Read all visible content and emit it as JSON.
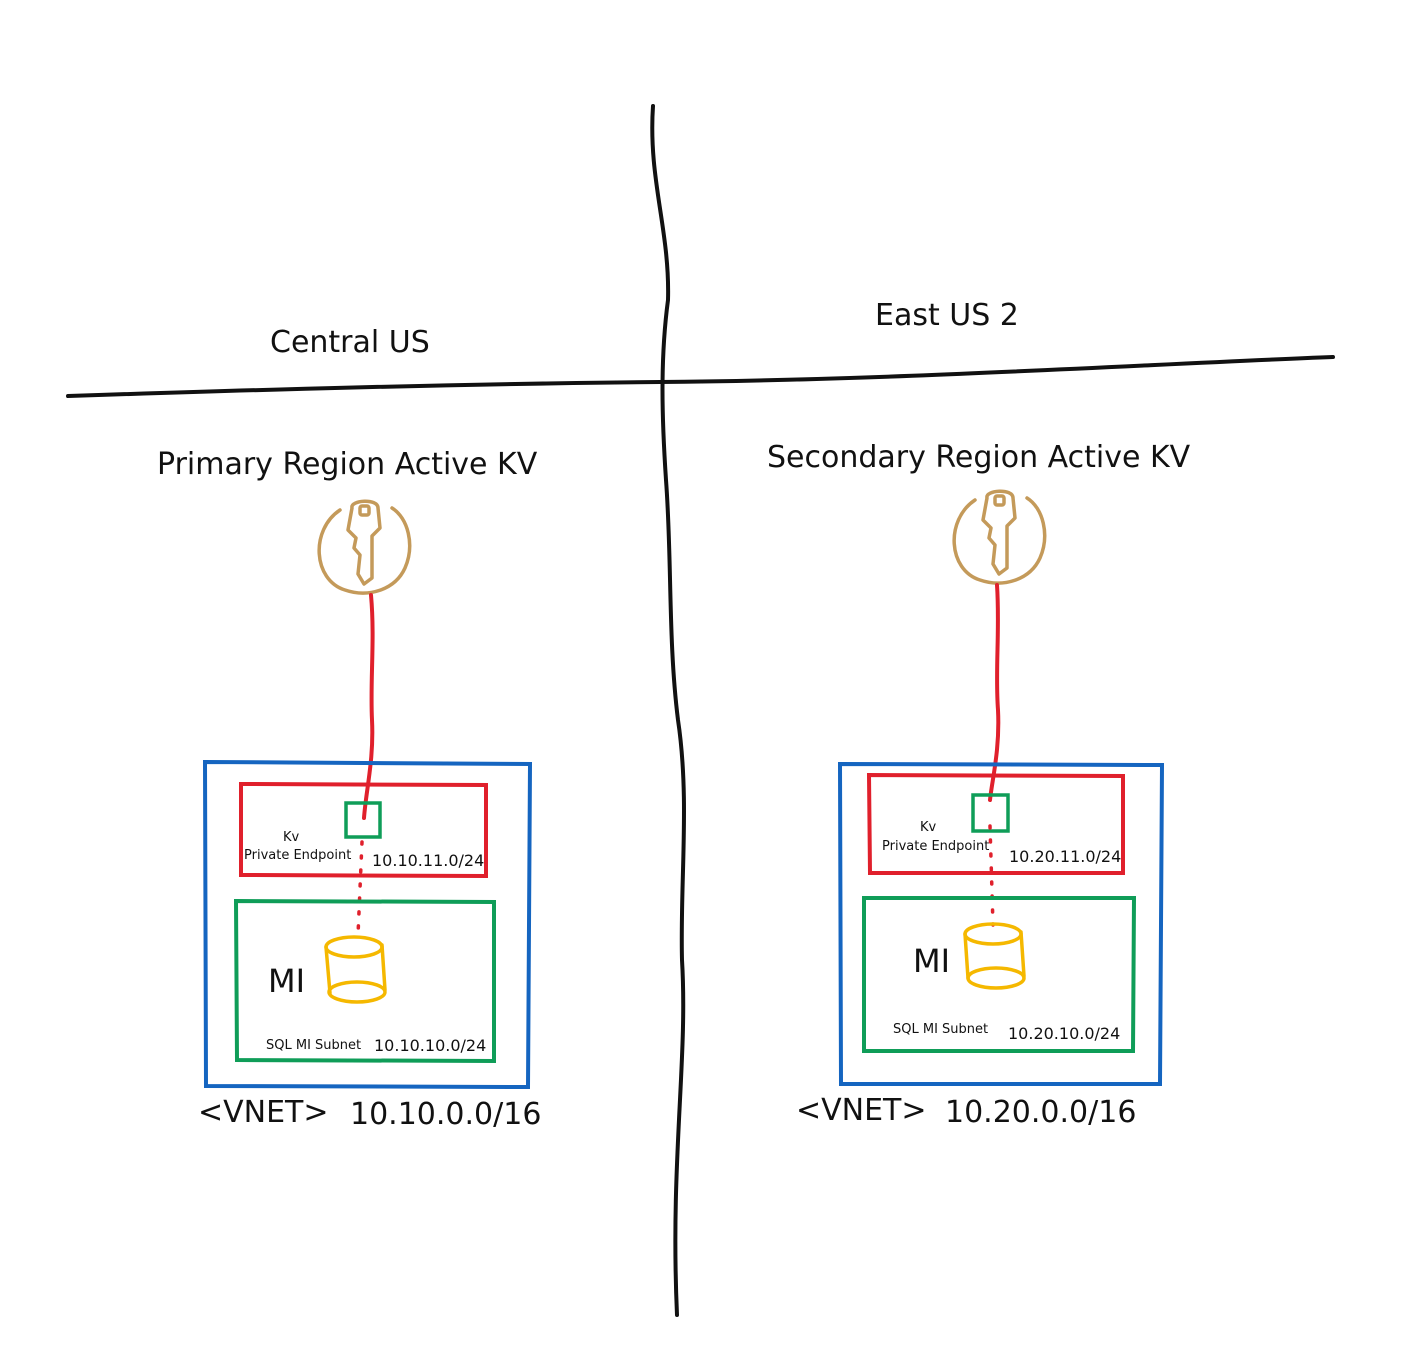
{
  "regions": [
    {
      "name": "Central US",
      "kv_title": "Primary Region Active KV",
      "endpoint_kv": "Kv",
      "endpoint_label": "Private Endpoint",
      "endpoint_cidr": "10.10.11.0/24",
      "mi_label": "MI",
      "subnet_label": "SQL MI Subnet",
      "subnet_cidr": "10.10.10.0/24",
      "vnet_label": "<VNET>",
      "vnet_cidr": "10.10.0.0/16"
    },
    {
      "name": "East US 2",
      "kv_title": "Secondary Region Active KV",
      "endpoint_kv": "Kv",
      "endpoint_label": "Private Endpoint",
      "endpoint_cidr": "10.20.11.0/24",
      "mi_label": "MI",
      "subnet_label": "SQL MI Subnet",
      "subnet_cidr": "10.20.10.0/24",
      "vnet_label": "<VNET>",
      "vnet_cidr": "10.20.0.0/16"
    }
  ],
  "colors": {
    "divider": "#111111",
    "vnet_border": "#1565c0",
    "endpoint_subnet_border": "#e0202c",
    "mi_subnet_border": "#0f9d58",
    "endpoint_box": "#0f9d58",
    "connection_line": "#e0202c",
    "key_vault_icon": "#c49a5a",
    "database_icon": "#f5b800"
  },
  "icons": {
    "key_vault": "key-vault-icon",
    "database": "database-icon"
  }
}
